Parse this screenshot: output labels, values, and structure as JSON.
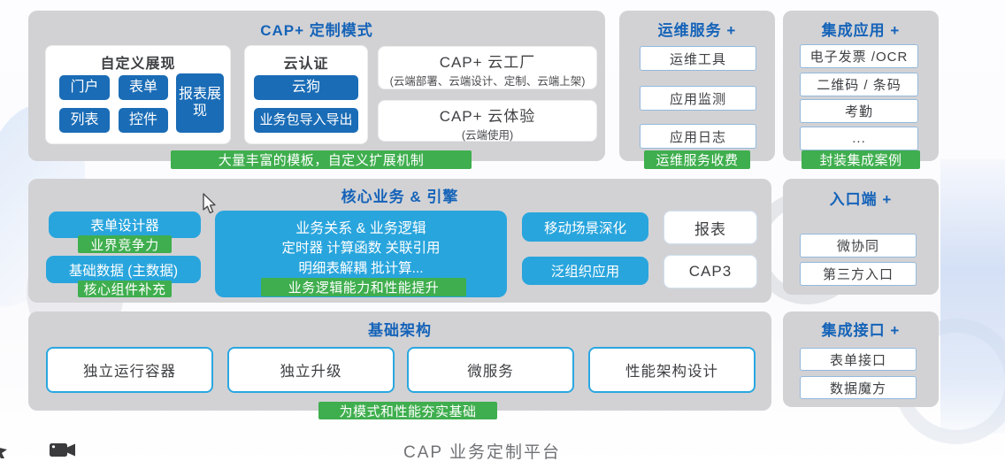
{
  "caption": "CAP 业务定制平台",
  "colors": {
    "panel_gray": "#d2d2d5",
    "dark_blue": "#1a6cb6",
    "cyan_blue": "#29a5dd",
    "green": "#3fae4e",
    "title_blue": "#1563b8",
    "infra_border": "#2aa7e0"
  },
  "icons": {
    "bottom_left": [
      "pointer-icon",
      "video-camera-icon"
    ],
    "overlay": "mouse-cursor-arrow"
  },
  "sections": {
    "custom_mode": {
      "title": "CAP+ 定制模式",
      "custom_display": {
        "title": "自定义展现",
        "btn_portal": "门户",
        "btn_form": "表单",
        "btn_report_display": "报表展现",
        "btn_list": "列表",
        "btn_control": "控件"
      },
      "cloud_auth": {
        "title": "云认证",
        "btn_cloud_dog": "云狗",
        "btn_package": "业务包导入导出"
      },
      "cloud_factory": {
        "title": "CAP+ 云工厂",
        "subtitle": "(云端部署、云端设计、定制、云端上架)"
      },
      "cloud_experience": {
        "title": "CAP+ 云体验",
        "subtitle": "(云端使用)"
      },
      "green_label": "大量丰富的模板，自定义扩展机制"
    },
    "ops_service": {
      "title": "运维服务 +",
      "items": [
        "运维工具",
        "应用监测",
        "应用日志"
      ],
      "green_label": "运维服务收费"
    },
    "integrated_apps": {
      "title": "集成应用 +",
      "items": [
        "电子发票 /OCR",
        "二维码 / 条码",
        "考勤",
        "..."
      ],
      "green_label": "封装集成案例"
    },
    "core_business": {
      "title": "核心业务 & 引擎",
      "form_designer": "表单设计器",
      "form_designer_label": "业界竞争力",
      "master_data": "基础数据 (主数据)",
      "master_data_label": "核心组件补充",
      "logic_line1": "业务关系 & 业务逻辑",
      "logic_line2": "定时器 计算函数 关联引用",
      "logic_line3": "明细表解耦 批计算...",
      "logic_label": "业务逻辑能力和性能提升",
      "mobile": "移动场景深化",
      "pan_org": "泛组织应用",
      "report": "报表",
      "cap3": "CAP3"
    },
    "entry": {
      "title": "入口端 +",
      "items": [
        "微协同",
        "第三方入口"
      ]
    },
    "infrastructure": {
      "title": "基础架构",
      "items": [
        "独立运行容器",
        "独立升级",
        "微服务",
        "性能架构设计"
      ],
      "green_label": "为模式和性能夯实基础"
    },
    "integration_api": {
      "title": "集成接口 +",
      "items": [
        "表单接口",
        "数据魔方"
      ]
    }
  }
}
